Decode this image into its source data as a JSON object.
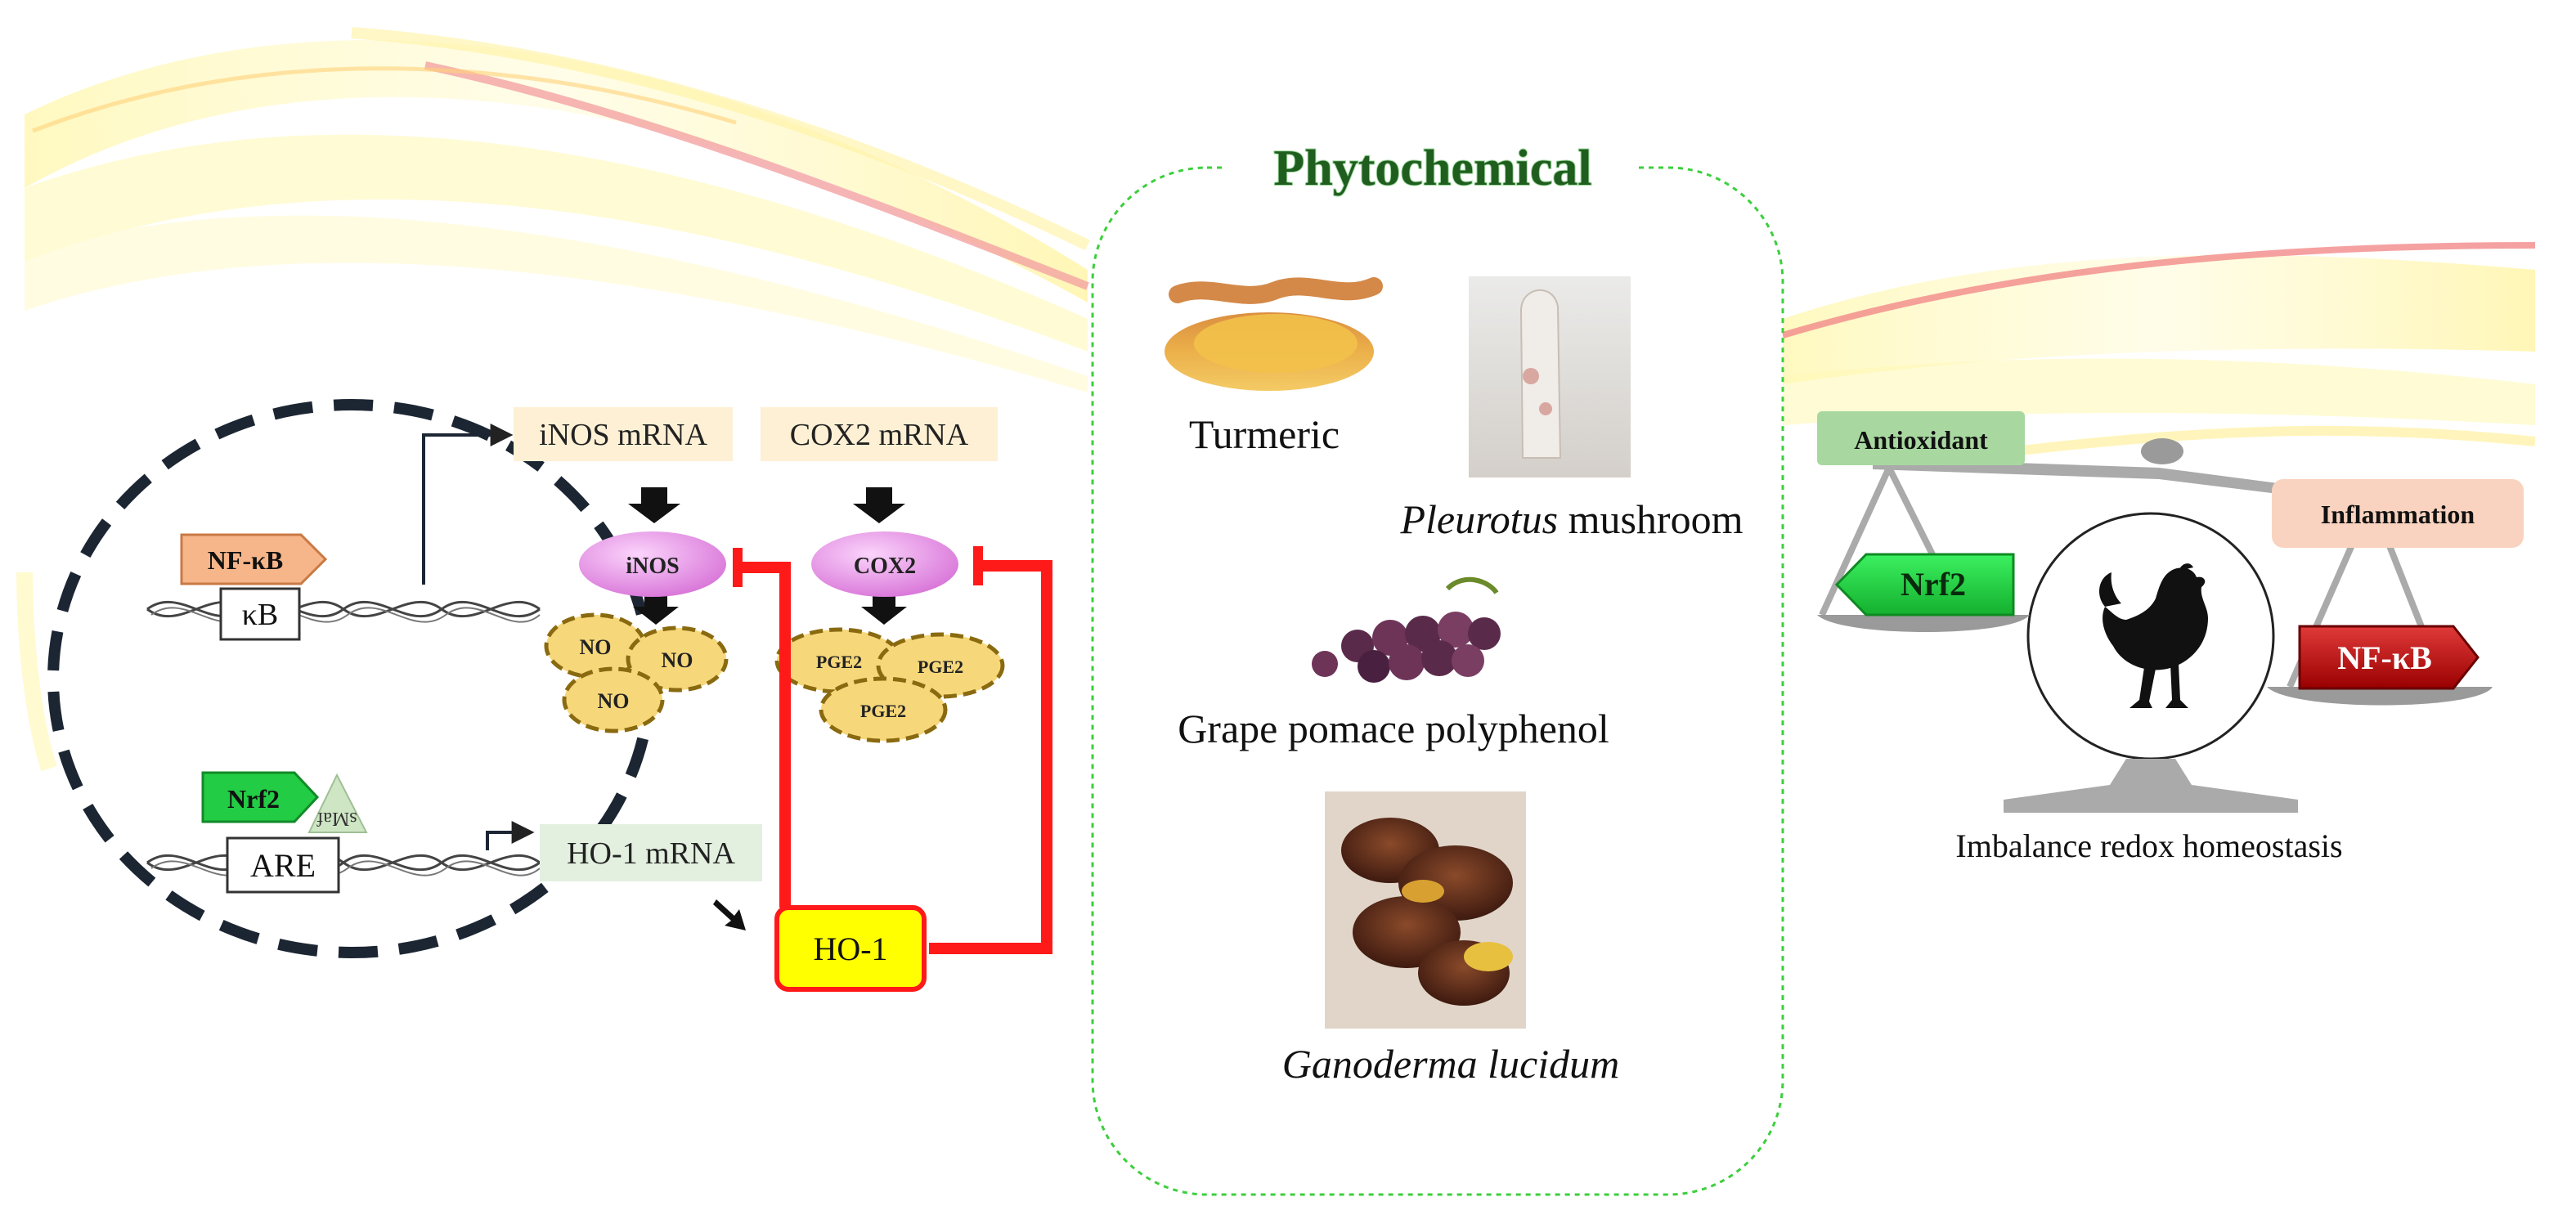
{
  "title": "Phytochemical",
  "pathway": {
    "nfkb_label": "NF-κB",
    "kb_site": "κB",
    "nrf2_label": "Nrf2",
    "maf_label": "sMaf",
    "are_site": "ARE",
    "inos_mrna": "iNOS mRNA",
    "cox2_mrna": "COX2 mRNA",
    "inos": "iNOS",
    "cox2": "COX2",
    "no_labels": [
      "NO",
      "NO",
      "NO"
    ],
    "pge2_labels": [
      "PGE2",
      "PGE2",
      "PGE2"
    ],
    "ho1_mrna": "HO-1 mRNA",
    "ho1": "HO-1"
  },
  "phytochemicals": {
    "turmeric": "Turmeric",
    "pleurotus_italic": "Pleurotus",
    "pleurotus_rest": " mushroom",
    "grape": "Grape pomace polyphenol",
    "ganoderma": "Ganoderma lucidum"
  },
  "balance": {
    "antioxidant": "Antioxidant",
    "inflammation": "Inflammation",
    "nrf2": "Nrf2",
    "nfkb": "NF-κB",
    "caption": "Imbalance redox homeostasis"
  },
  "colors": {
    "inhibition": "#ff1a1a",
    "nfkb_fill": "#f7b58a",
    "nrf2_fill": "#22cc44",
    "enzyme_fill": "#e58ce5",
    "product_fill": "#f6d77a",
    "ho1_fill": "#ffff00",
    "title_green": "#1f5e1f"
  }
}
